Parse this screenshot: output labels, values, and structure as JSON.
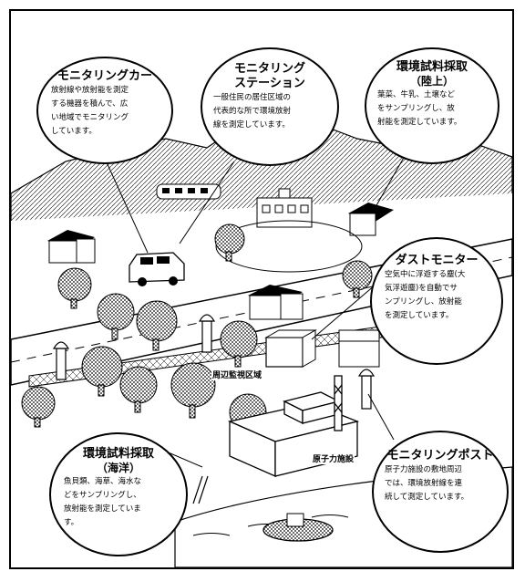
{
  "colors": {
    "ink": "#000000",
    "paper": "#ffffff",
    "shade": "#bdbdbd"
  },
  "bubbles": {
    "monitoring_car": {
      "title": "モニタリングカー",
      "body": [
        "放射線や放射能を測定",
        "する機器を積んで、広",
        "い地域でモニタリング",
        "しています。"
      ]
    },
    "monitoring_station": {
      "title_1": "モニタリング",
      "title_2": "ステーション",
      "body": [
        "一般住民の居住区域の",
        "代表的な所で環境放射",
        "線を測定しています。"
      ]
    },
    "land_sampling": {
      "title": "環境試料採取",
      "subtitle": "（陸上）",
      "body": [
        "葉菜、牛乳、土壌など",
        "をサンプリングし、放",
        "射能を測定しています。"
      ]
    },
    "dust_monitor": {
      "title": "ダストモニター",
      "body": [
        "空気中に浮遊する塵(大",
        "気浮遊塵)を自動でサ",
        "ンプリングし、放射能",
        "を測定しています。"
      ]
    },
    "sea_sampling": {
      "title": "環境試料採取",
      "subtitle": "（海洋）",
      "body": [
        "魚貝類、海草、海水な",
        "どをサンプリングし、",
        "放射能を測定していま",
        "す。"
      ]
    },
    "monitoring_post": {
      "title": "モニタリングポスト",
      "body": [
        "原子力施設の敷地周辺",
        "では、環境放射線を連",
        "続して測定しています。"
      ]
    }
  },
  "labels": {
    "surveillance_area": "周辺監視区域",
    "nuclear_facility": "原子力施設"
  }
}
